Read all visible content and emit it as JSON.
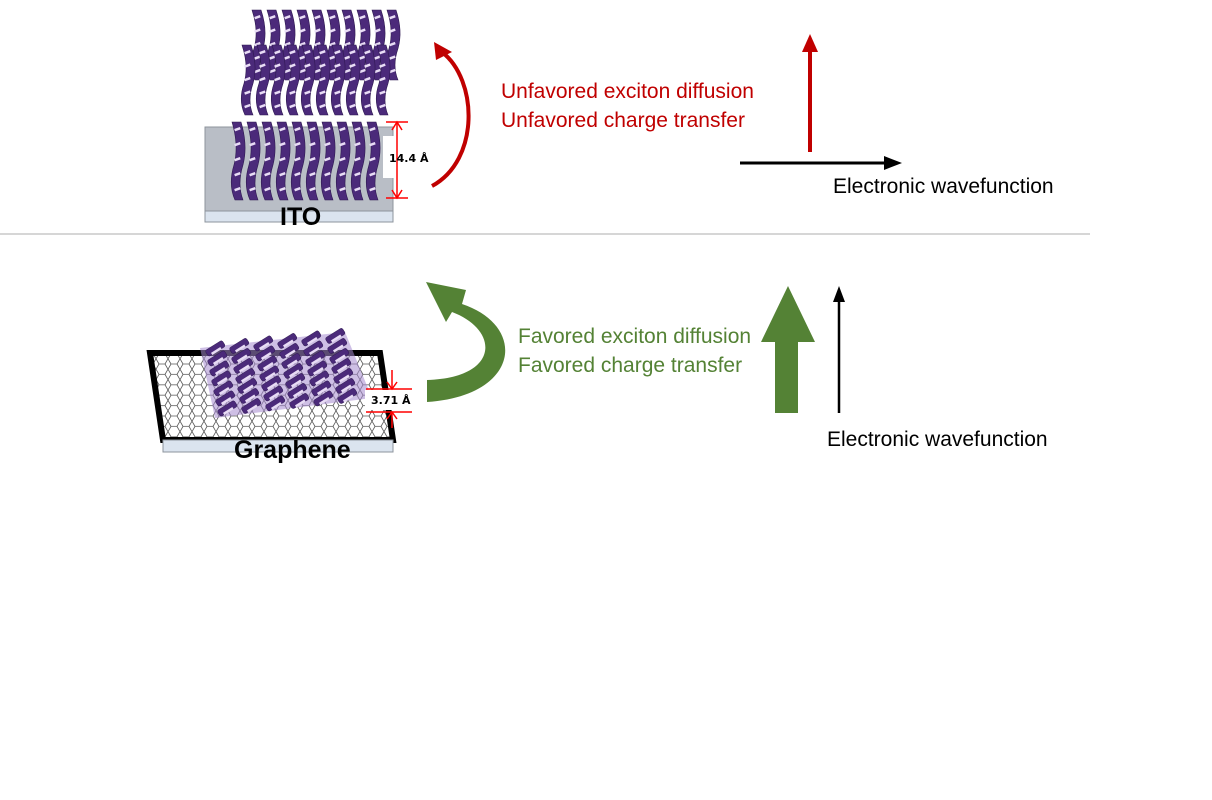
{
  "top_panel": {
    "substrate_label": "ITO",
    "spacing_label": "14.4 Å",
    "effect_lines": [
      "Unfavored exciton diffusion",
      "Unfavored charge transfer"
    ],
    "axis_label": "Electronic wavefunction"
  },
  "bottom_panel": {
    "substrate_label": "Graphene",
    "spacing_label": "3.71 Å",
    "effect_lines": [
      "Favored exciton diffusion",
      "Favored charge transfer"
    ],
    "axis_label": "Electronic wavefunction"
  },
  "colors": {
    "unfavored": "#c00000",
    "favored": "#548235",
    "molecule": "#4b2a7a",
    "molecule_highlight": "#e8dcf5",
    "ito_substrate": "#b9bec6",
    "graphene_frame": "#000000"
  }
}
